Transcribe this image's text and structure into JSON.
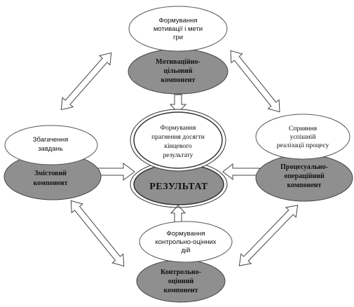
{
  "title": "",
  "colors": {
    "white_fill": "#ffffff",
    "grey_fill": "#8f8f8f",
    "stroke": "#333333",
    "arrow_fill": "#ffffff"
  },
  "nodes": {
    "top_white": [
      "Формування",
      "мотивації і мети",
      "гри"
    ],
    "top_grey": [
      "Мотиваційно-",
      "цільовий",
      "компонент"
    ],
    "left_white": [
      "Збагачення",
      "завдань"
    ],
    "left_grey": [
      "Змістовий",
      "компонент"
    ],
    "right_white": [
      "Сприяння",
      "успішній",
      "реалізації процесу"
    ],
    "right_grey": [
      "Процесуально-",
      "операційний",
      "компонент"
    ],
    "center_white": [
      "Формування",
      "прагнення досягти",
      "кінцевого",
      "результату"
    ],
    "center_grey": [
      "РЕЗУЛЬТАТ"
    ],
    "bottom_white": [
      "Формування",
      "контрольно-оцінних",
      "дій"
    ],
    "bottom_grey": [
      "Контрольно-",
      "оцінний",
      "компонент"
    ]
  },
  "edges": [
    {
      "from": "top",
      "to": "result",
      "style": "hollow-arrow"
    },
    {
      "from": "left",
      "to": "result",
      "style": "hollow-arrow"
    },
    {
      "from": "right",
      "to": "result",
      "style": "hollow-arrow"
    },
    {
      "from": "bottom",
      "to": "result",
      "style": "hollow-arrow"
    },
    {
      "from": "top",
      "to": "left",
      "style": "hollow-double-arrow"
    },
    {
      "from": "top",
      "to": "right",
      "style": "hollow-double-arrow"
    },
    {
      "from": "left",
      "to": "bottom",
      "style": "hollow-double-arrow"
    },
    {
      "from": "right",
      "to": "bottom",
      "style": "hollow-double-arrow"
    }
  ]
}
